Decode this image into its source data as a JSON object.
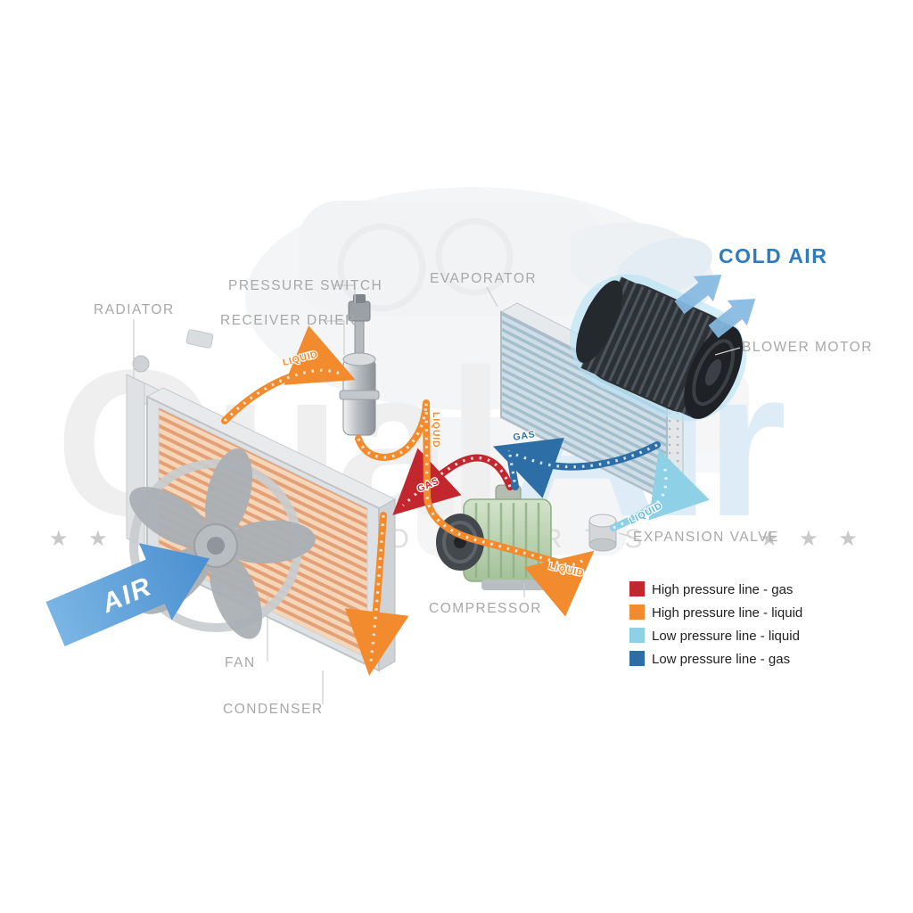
{
  "component_labels": {
    "radiator": "RADIATOR",
    "pressure_switch": "PRESSURE SWITCH",
    "receiver_drier": "RECEIVER DRIER",
    "evaporator": "EVAPORATOR",
    "blower_motor": "BLOWER MOTOR",
    "expansion_valve": "EXPANSION VALVE",
    "compressor": "COMPRESSOR",
    "fan": "FAN",
    "condenser": "CONDENSER"
  },
  "flow_labels": {
    "cold_air": "COLD AIR",
    "air": "AIR",
    "liquid_into_drier": "LIQUID",
    "liquid_vertical": "LIQUID",
    "liquid_into_valve": "LIQUID",
    "liquid_valve_to_evap": "LIQUID",
    "gas_high_pressure": "GAS",
    "gas_low_pressure": "GAS"
  },
  "legend": {
    "items": [
      {
        "color": "#c1272d",
        "label": "High pressure line - gas"
      },
      {
        "color": "#f28a2e",
        "label": "High pressure line - liquid"
      },
      {
        "color": "#8ed0e6",
        "label": "Low pressure line - liquid"
      },
      {
        "color": "#2c6ea5",
        "label": "Low pressure line -  gas"
      }
    ]
  },
  "watermark": {
    "primary": "Qual",
    "secondary": "Air",
    "tagline": "AUTO PARTS",
    "stars_left": "★ ★ ★",
    "stars_right": "★ ★ ★"
  },
  "colors": {
    "high_gas": "#c1272d",
    "high_liquid": "#f28a2e",
    "low_liquid": "#8ed0e6",
    "low_gas": "#2c6ea5",
    "cold_air_text": "#2e7bbd",
    "label_gray": "#a8a8a8"
  }
}
